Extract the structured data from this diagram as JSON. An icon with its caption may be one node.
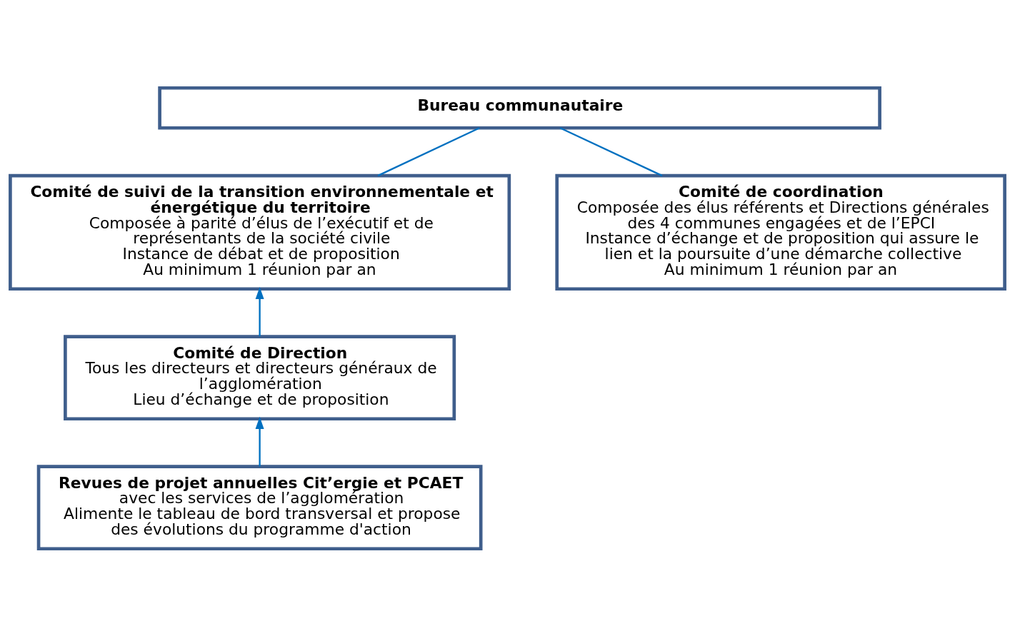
{
  "diagram": {
    "nodes": [
      {
        "text": [
          "Bureau communautaire"
        ]
      },
      {
        "text": [
          "Comité de suivi de la transition environnementale et énergétique du territoire",
          "Composée à parité d’élus de l’exécutif et de représentants de la société civile",
          "Instance de débat et de proposition",
          "Au minimum 1 réunion par an"
        ]
      },
      {
        "text": [
          "Comité de coordination",
          "Composée des élus référents et Directions générales des 4 communes engagées et de l’EPCI",
          "Instance d’échange et de proposition qui assure le lien et la poursuite d’une démarche collective",
          "Au minimum 1 réunion par an"
        ]
      },
      {
        "text": [
          "Comité de Direction",
          "Tous les directeurs et directeurs généraux de l’agglomération",
          "Lieu d’échange et de proposition"
        ]
      },
      {
        "text": [
          "Revues de projet annuelles Cit’ergie et PCAET",
          "avec les services de l’agglomération",
          "Alimente le tableau de bord transversal et propose des évolutions du programme d'action"
        ]
      }
    ],
    "edges": [
      {
        "from": 1,
        "to": 0,
        "arrow": "none"
      },
      {
        "from": 2,
        "to": 0,
        "arrow": "none"
      },
      {
        "from": 3,
        "to": 1,
        "arrow": "to"
      },
      {
        "from": 4,
        "to": 3,
        "arrow": "to"
      }
    ]
  }
}
